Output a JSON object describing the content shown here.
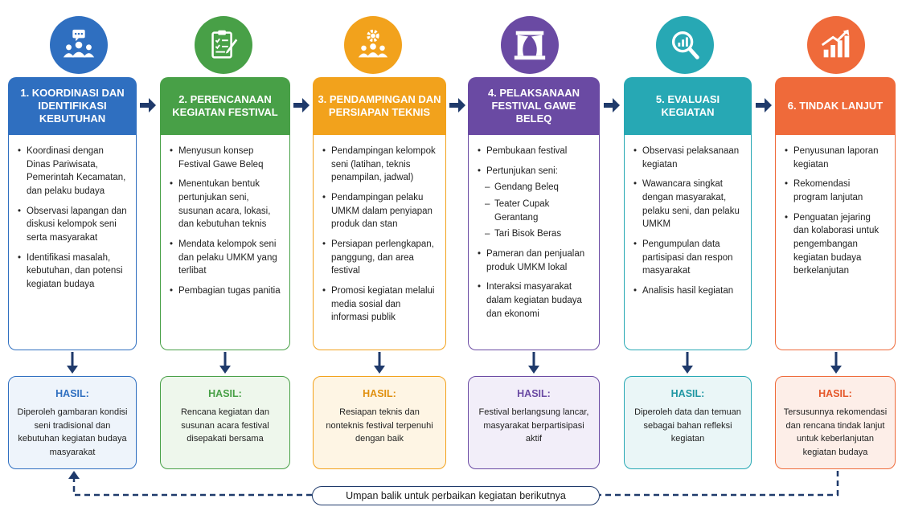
{
  "colors": {
    "blue": "#2f6fc0",
    "green": "#48a047",
    "orange": "#f2a21c",
    "purple": "#6a4aa3",
    "teal": "#27a8b4",
    "red": "#ef6a3a",
    "navy": "#1f3a6b"
  },
  "steps": [
    {
      "icon": "group-chat-icon",
      "title": "1. KOORDINASI DAN IDENTIFIKASI KEBUTUHAN",
      "items": [
        "Koordinasi dengan Dinas Pariwisata, Pemerintah Kecamatan, dan pelaku budaya",
        "Observasi lapangan dan diskusi kelompok seni serta masyarakat",
        "Identifikasi masalah, kebutuhan, dan potensi kegiatan budaya"
      ],
      "result_title": "HASIL:",
      "result_text": "Diperoleh gambaran kondisi seni tradisional dan kebutuhan kegiatan budaya masyarakat"
    },
    {
      "icon": "clipboard-checklist-icon",
      "title": "2. PERENCANAAN KEGIATAN FESTIVAL",
      "items": [
        "Menyusun konsep Festival Gawe Beleq",
        "Menentukan bentuk pertunjukan seni, susunan acara, lokasi, dan kebutuhan teknis",
        "Mendata kelompok seni dan pelaku UMKM yang terlibat",
        "Pembagian tugas panitia"
      ],
      "result_title": "HASIL:",
      "result_text": "Rencana kegiatan dan susunan acara festival disepakati bersama"
    },
    {
      "icon": "team-gear-icon",
      "title": "3. PENDAMPINGAN DAN PERSIAPAN TEKNIS",
      "items": [
        "Pendampingan kelompok seni (latihan, teknis penampilan, jadwal)",
        "Pendampingan pelaku UMKM dalam penyiapan produk dan stan",
        "Persiapan perlengkapan, panggung, dan area festival",
        "Promosi kegiatan melalui media sosial dan informasi publik"
      ],
      "result_title": "HASIL:",
      "result_text": "Resiapan teknis dan nonteknis festival terpenuhi dengan baik"
    },
    {
      "icon": "stage-icon",
      "title": "4. PELAKSANAAN FESTIVAL GAWE BELEQ",
      "items": [
        "Pembukaan festival",
        "Pertunjukan seni:"
      ],
      "subitems": [
        "Gendang Beleq",
        "Teater Cupak Gerantang",
        "Tari Bisok Beras"
      ],
      "items_after": [
        "Pameran dan penjualan produk UMKM lokal",
        "Interaksi masyarakat dalam kegiatan budaya dan ekonomi"
      ],
      "result_title": "HASIL:",
      "result_text": "Festival berlangsung lancar, masyarakat berpartisipasi aktif"
    },
    {
      "icon": "magnifier-chart-icon",
      "title": "5. EVALUASI KEGIATAN",
      "items": [
        "Observasi pelaksanaan kegiatan",
        "Wawancara singkat dengan masyarakat, pelaku seni, dan pelaku UMKM",
        "Pengumpulan data partisipasi dan respon masyarakat",
        "Analisis hasil kegiatan"
      ],
      "result_title": "HASIL:",
      "result_text": "Diperoleh data dan temuan sebagai bahan refleksi kegiatan"
    },
    {
      "icon": "growth-chart-icon",
      "title": "6. TINDAK LANJUT",
      "items": [
        "Penyusunan laporan kegiatan",
        "Rekomendasi program lanjutan",
        "Penguatan jejaring dan kolaborasi untuk pengembangan kegiatan budaya berkelanjutan"
      ],
      "result_title": "HASIL:",
      "result_text": "Tersusunnya rekomendasi dan rencana tindak lanjut untuk keberlanjutan kegiatan budaya"
    }
  ],
  "feedback": {
    "label": "Umpan balik untuk perbaikan kegiatan berikutnya"
  }
}
